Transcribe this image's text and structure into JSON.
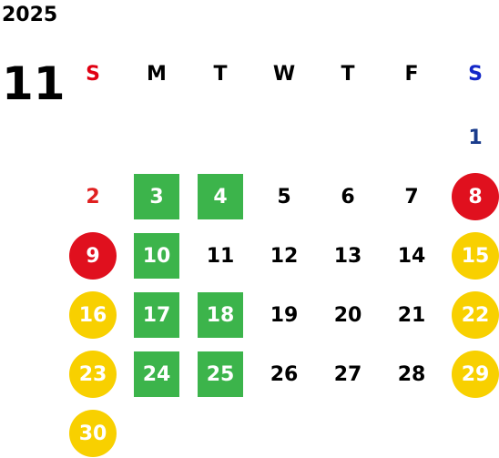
{
  "year": "2025",
  "month": "11",
  "weekdays": [
    "S",
    "M",
    "T",
    "W",
    "T",
    "F",
    "S"
  ],
  "colors": {
    "sunday_header": "#e00012",
    "saturday_header": "#1428c8",
    "green_marker": "#3cb44b",
    "red_marker": "#e0101e",
    "yellow_marker": "#f8d000"
  },
  "weeks": [
    [
      {
        "d": ""
      },
      {
        "d": ""
      },
      {
        "d": ""
      },
      {
        "d": ""
      },
      {
        "d": ""
      },
      {
        "d": ""
      },
      {
        "d": "1",
        "style": "plain-sat"
      }
    ],
    [
      {
        "d": "2",
        "style": "plain-sun"
      },
      {
        "d": "3",
        "style": "green"
      },
      {
        "d": "4",
        "style": "green"
      },
      {
        "d": "5"
      },
      {
        "d": "6"
      },
      {
        "d": "7"
      },
      {
        "d": "8",
        "style": "red"
      }
    ],
    [
      {
        "d": "9",
        "style": "red"
      },
      {
        "d": "10",
        "style": "green"
      },
      {
        "d": "11"
      },
      {
        "d": "12"
      },
      {
        "d": "13"
      },
      {
        "d": "14"
      },
      {
        "d": "15",
        "style": "yellow"
      }
    ],
    [
      {
        "d": "16",
        "style": "yellow"
      },
      {
        "d": "17",
        "style": "green"
      },
      {
        "d": "18",
        "style": "green"
      },
      {
        "d": "19"
      },
      {
        "d": "20"
      },
      {
        "d": "21"
      },
      {
        "d": "22",
        "style": "yellow"
      }
    ],
    [
      {
        "d": "23",
        "style": "yellow"
      },
      {
        "d": "24",
        "style": "green"
      },
      {
        "d": "25",
        "style": "green"
      },
      {
        "d": "26"
      },
      {
        "d": "27"
      },
      {
        "d": "28"
      },
      {
        "d": "29",
        "style": "yellow"
      }
    ],
    [
      {
        "d": "30",
        "style": "yellow"
      },
      {
        "d": ""
      },
      {
        "d": ""
      },
      {
        "d": ""
      },
      {
        "d": ""
      },
      {
        "d": ""
      },
      {
        "d": ""
      }
    ]
  ]
}
